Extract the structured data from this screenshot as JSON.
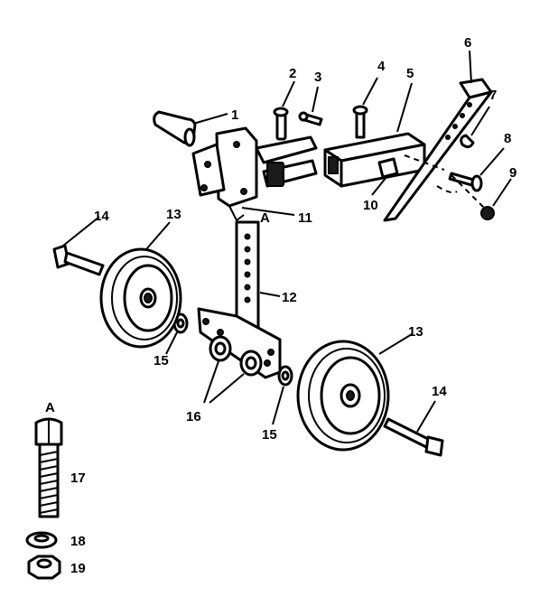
{
  "callouts": {
    "p1": "1",
    "p2": "2",
    "p3": "3",
    "p4": "4",
    "p5": "5",
    "p6": "6",
    "p7": "7",
    "p8": "8",
    "p9": "9",
    "p10": "10",
    "p11": "11",
    "p12": "12",
    "p13_left": "13",
    "p13_right": "13",
    "p14_left": "14",
    "p14_right": "14",
    "p15_left": "15",
    "p15_right": "15",
    "p16": "16",
    "p17": "17",
    "p18": "18",
    "p19": "19",
    "a_mark": "A",
    "a_detail": "A"
  }
}
